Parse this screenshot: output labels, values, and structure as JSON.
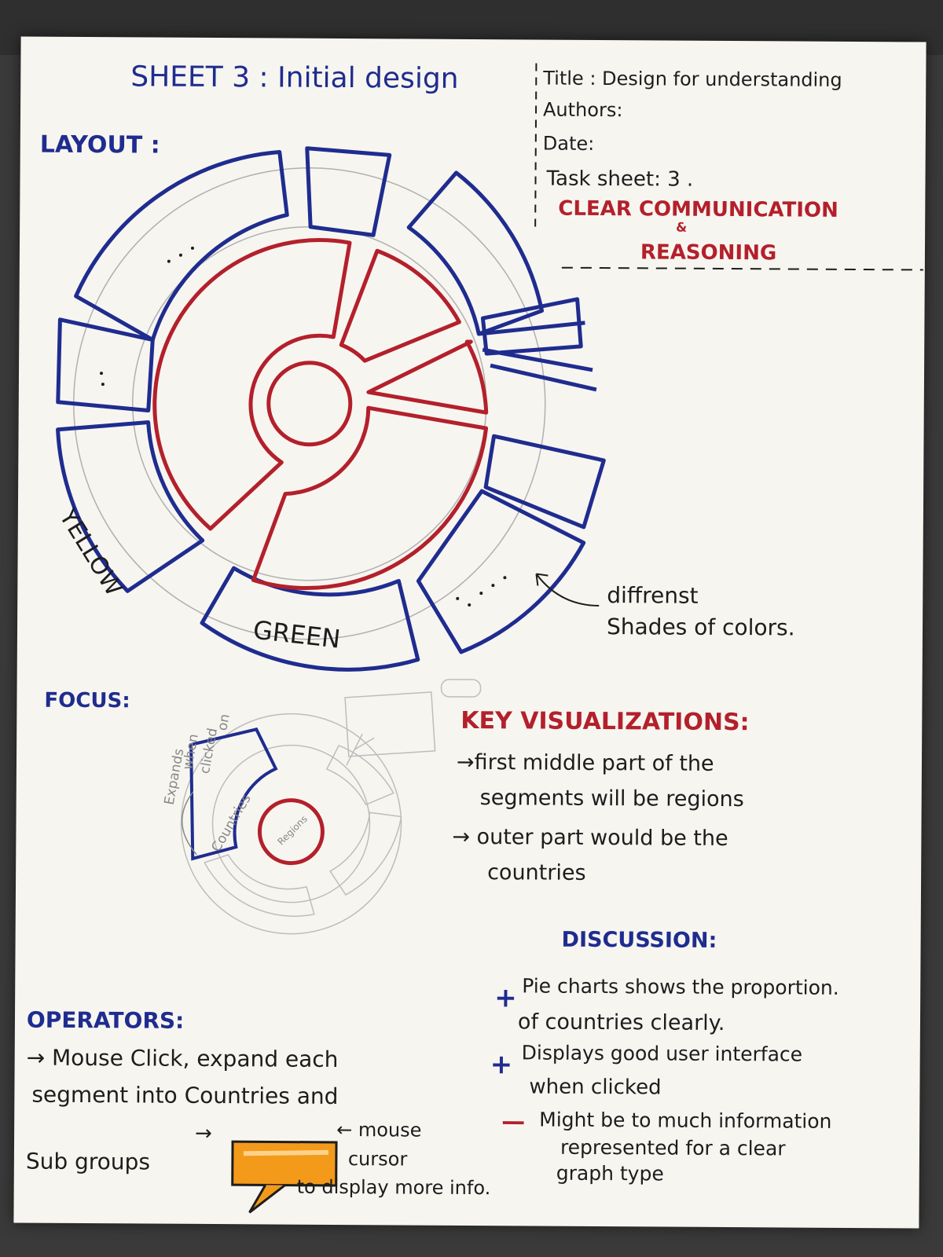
{
  "sheet": {
    "title": "SHEET 3 : Initial design",
    "layout_heading": "LAYOUT :",
    "focus_heading": "FOCUS:",
    "operators_heading": "OPERATORS:"
  },
  "meta": {
    "title_line": "Title : Design for understanding",
    "authors": "Authors:",
    "date": "Date:",
    "task_sheet": "Task sheet: 3 .",
    "criterion_line1": "CLEAR COMMUNICATION",
    "criterion_amp": "&",
    "criterion_line2": "REASONING"
  },
  "layout_labels": {
    "yellow": "YELLOW",
    "green": "GREEN",
    "annotation_line1": "diffrenst",
    "annotation_line2": "Shades of colors."
  },
  "focus_labels": {
    "expands_line1": "Expands",
    "expands_line2": "when",
    "expands_line3": "clicked",
    "expands_line4": "on",
    "countries": "Countries",
    "regions": "Regions"
  },
  "key_visualizations": {
    "heading": "KEY VISUALIZATIONS:",
    "item1_line1": "→first middle part of the",
    "item1_line2": "segments will be regions",
    "item2_line1": "→ outer part would be the",
    "item2_line2": "countries"
  },
  "discussion": {
    "heading": "DISCUSSION:",
    "p1_sign": "+",
    "p1_line1": "Pie charts shows the proportion.",
    "p1_line2": "of countries clearly.",
    "p2_sign": "+",
    "p2_line1": "Displays good user interface",
    "p2_line2": "when clicked",
    "p3_sign": "—",
    "p3_line1": "Might be to much information",
    "p3_line2": "represented for a clear",
    "p3_line3": "graph type"
  },
  "operators": {
    "line1": "→ Mouse Click, expand each",
    "line2": "segment into Countries and",
    "line3": "Sub groups",
    "arrow": "→",
    "mouse_line1": "← mouse",
    "mouse_line2": "cursor",
    "display_info": "to display more info."
  },
  "colors": {
    "blue_ink": "#1f2c8f",
    "red_ink": "#b3202b",
    "pencil": "#9a9a9a",
    "orange_tooltip": "#f39a1b"
  }
}
